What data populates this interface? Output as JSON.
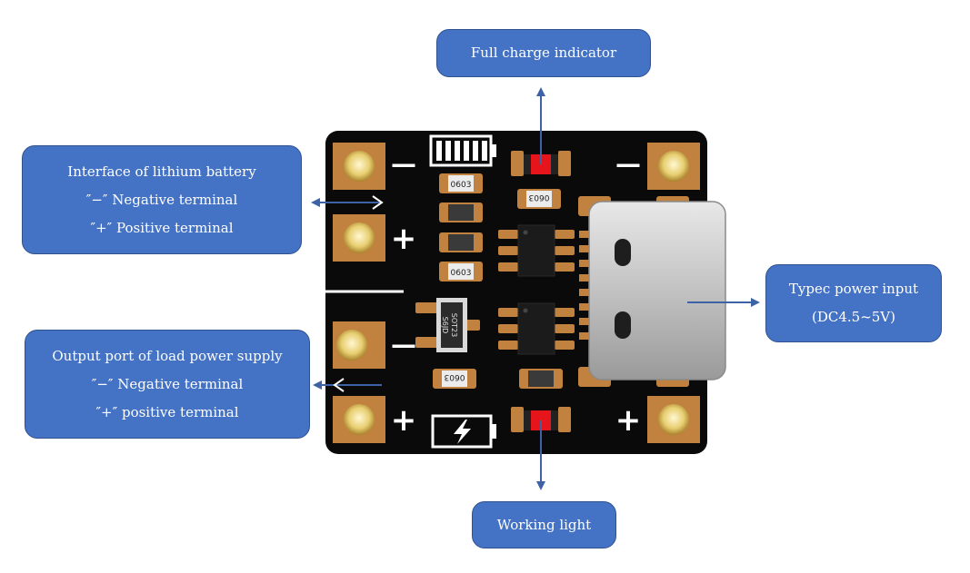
{
  "callouts": {
    "full_charge": "Full charge indicator",
    "battery_interface": {
      "title": "Interface of lithium battery",
      "negative": "″−″ Negative terminal",
      "positive": "″+″ Positive terminal"
    },
    "typec_input": {
      "title": "Typec power input",
      "spec": "(DC4.5~5V)"
    },
    "load_output": {
      "title": "Output port of load power supply",
      "negative": "″−″ Negative terminal",
      "positive": "″+″ positive terminal"
    },
    "working_light": "Working light"
  },
  "board": {
    "pad_symbols": {
      "battery_negative": "—",
      "battery_positive": "+",
      "input_negative": "—",
      "output_negative": "—",
      "output_positive": "+",
      "input_positive": "+"
    },
    "component_labels": {
      "r1": "0603",
      "r2": "0603",
      "r3": "0603",
      "r4": "0603",
      "sot23_line1": "SOT23",
      "sot23_line2": "S6JD"
    }
  },
  "colors": {
    "callout_fill": "#4472c4",
    "arrow": "#3d63a6",
    "board": "#0a0a0a",
    "pad_copper": "#c2823f",
    "led_red": "#e5151b"
  },
  "icons": {
    "battery_full": "battery-full-icon",
    "battery_charging": "battery-charging-icon"
  }
}
